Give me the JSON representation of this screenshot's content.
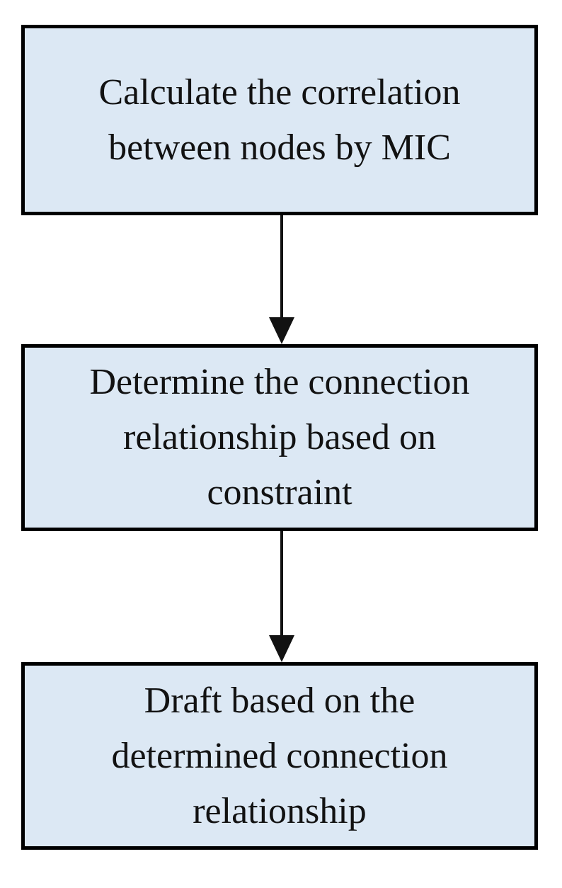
{
  "colors": {
    "background": "#ffffff",
    "box_fill": "#dce8f4",
    "box_border": "#000000",
    "arrow": "#121212",
    "text": "#121212"
  },
  "diagram": {
    "type": "flowchart",
    "direction": "top-down",
    "boxes": [
      {
        "id": "step-1",
        "text": "Calculate the correlation between nodes by MIC",
        "lines": [
          "Calculate the correlation",
          "between nodes by MIC"
        ]
      },
      {
        "id": "step-2",
        "text": "Determine the connection relationship based on constraint",
        "lines": [
          "Determine the connection",
          "relationship based on",
          "constraint"
        ]
      },
      {
        "id": "step-3",
        "text": "Draft based on the determined connection relationship",
        "lines": [
          "Draft based on the",
          "determined connection",
          "relationship"
        ]
      }
    ],
    "connectors": [
      {
        "from": "step-1",
        "to": "step-2",
        "style": "arrow-down"
      },
      {
        "from": "step-2",
        "to": "step-3",
        "style": "arrow-down"
      }
    ]
  }
}
